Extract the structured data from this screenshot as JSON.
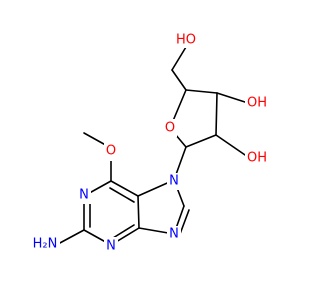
{
  "molecule": {
    "atoms": {
      "oh_top": "HO",
      "oh_3": "OH",
      "oh_2": "OH",
      "ring_o": "O",
      "methoxy_o": "O",
      "n7": "N",
      "n1": "N",
      "n3": "N",
      "n9": "N",
      "nh2": "H₂N"
    },
    "colors": {
      "oxygen": "#ff0000",
      "nitrogen": "#0000ff",
      "carbon_bond": "#000000",
      "background": "#ffffff"
    }
  }
}
